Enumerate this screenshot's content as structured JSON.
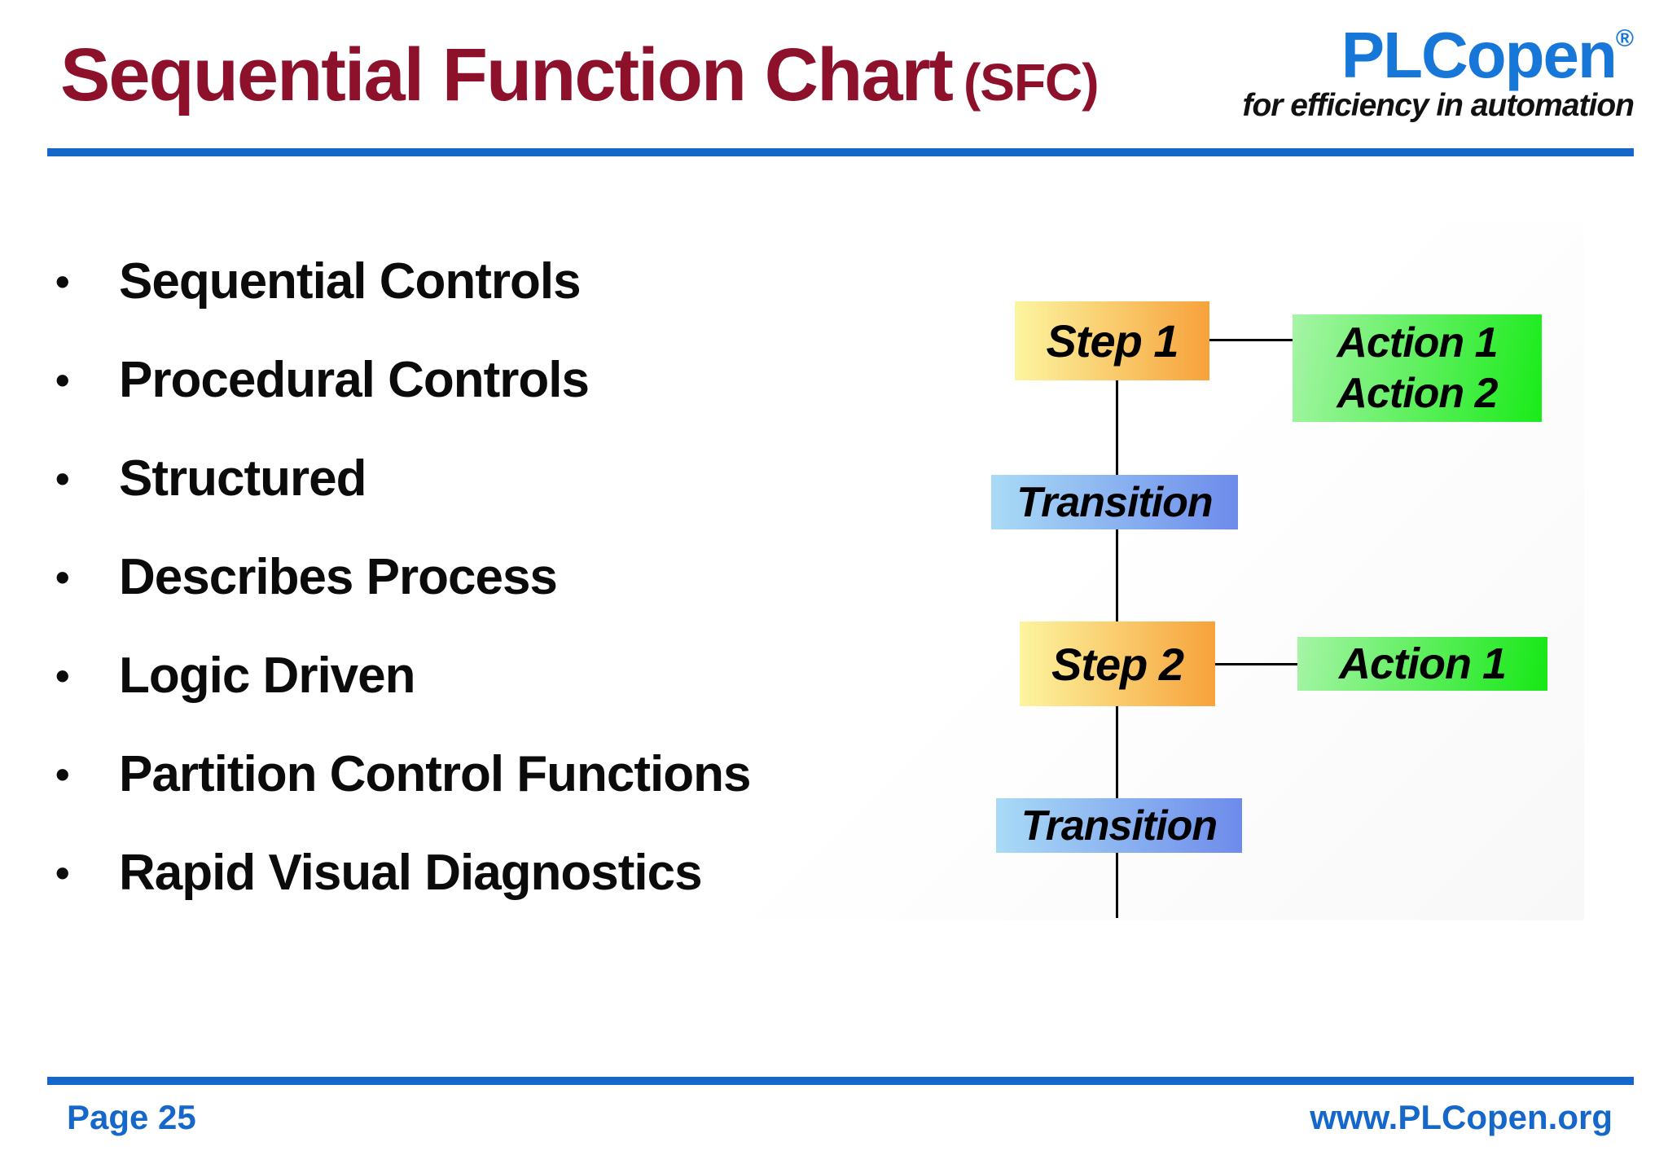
{
  "slide": {
    "title": "Sequential Function Chart",
    "title_suffix": "(SFC)",
    "logo": {
      "name": "PLCopen",
      "registered_mark": "®",
      "tagline": "for efficiency in automation"
    },
    "bullets": [
      "Sequential Controls",
      "Procedural Controls",
      "Structured",
      "Describes Process",
      "Logic Driven",
      "Partition Control Functions",
      "Rapid Visual Diagnostics"
    ],
    "footer": {
      "page_label": "Page 25",
      "website": "www.PLCopen.org"
    }
  },
  "diagram": {
    "step1": {
      "label": "Step 1"
    },
    "action_block1": {
      "lines": [
        "Action 1",
        "Action 2"
      ]
    },
    "transition1": {
      "label": "Transition"
    },
    "step2": {
      "label": "Step 2"
    },
    "action_block2": {
      "label": "Action 1"
    },
    "transition2": {
      "label": "Transition"
    }
  },
  "colors": {
    "title_maroon": "#8E112B",
    "rule_blue": "#1568C9",
    "logo_blue": "#1777D9",
    "footer_blue": "#1568C9",
    "step_gradient": [
      "#FCF5A0",
      "#F7A23B"
    ],
    "action_gradient": [
      "#A6F5A6",
      "#19EB19"
    ],
    "transition_gradient": [
      "#A9DBF6",
      "#6D8BEB"
    ],
    "connector_black": "#000000"
  }
}
